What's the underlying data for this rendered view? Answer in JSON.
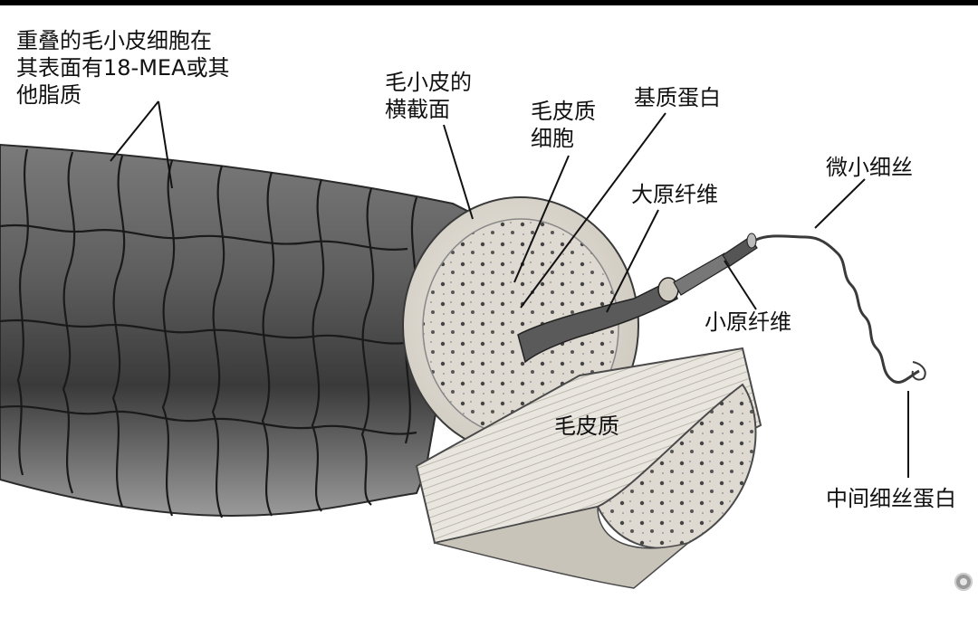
{
  "labels": {
    "cuticle_overlap": "重叠的毛小皮细胞在\n其表面有18-MEA或其\n他脂质",
    "cuticle_cross_section": "毛小皮的\n横截面",
    "cortex_cell": "毛皮质\n细胞",
    "matrix_protein": "基质蛋白",
    "macrofibril": "大原纤维",
    "microfibril": "微小细丝",
    "protofibril": "小原纤维",
    "cortex": "毛皮质",
    "intermediate_filament_protein": "中间细丝蛋白"
  },
  "colors": {
    "page_background": "#ffffff",
    "top_bar": "#000000",
    "hair_dark": "#3a3a3a",
    "hair_mid": "#8a8a8a",
    "cortex_light": "#e8e4dc",
    "text": "#111111"
  },
  "icons": {
    "corner_button": "circle-button-icon"
  }
}
